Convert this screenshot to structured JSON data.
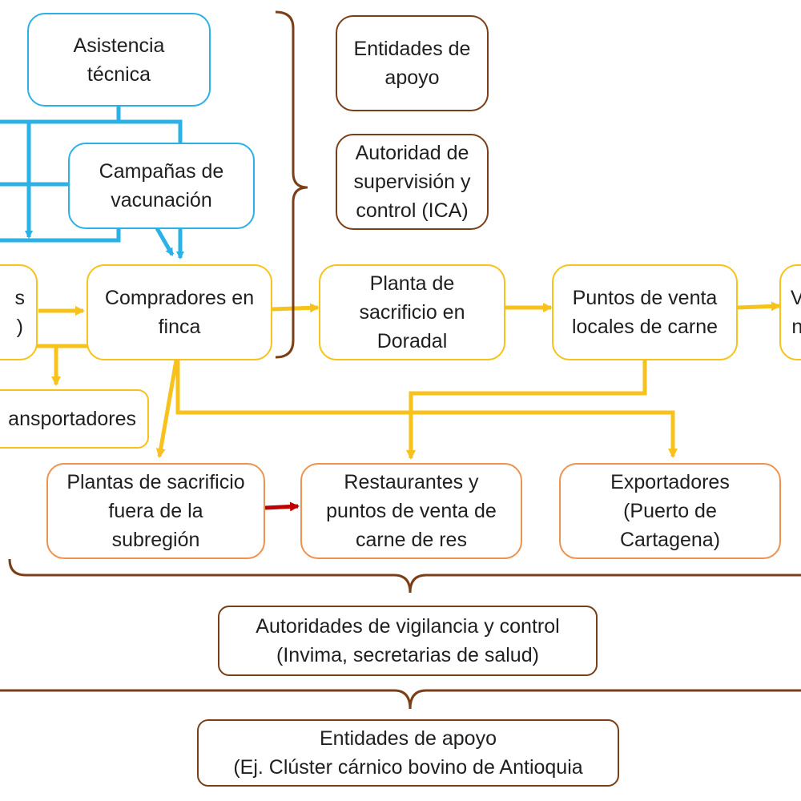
{
  "nodes": {
    "asistencia": "Asistencia\ntécnica",
    "campanas": "Campañas de\nvacunación",
    "entidades_apoyo_top": "Entidades de\napoyo",
    "autoridad_ica": "Autoridad de\nsupervisión y\ncontrol (ICA)",
    "productores_fragment": "s\n)",
    "compradores": "Compradores en\nfinca",
    "planta_doradal": "Planta de\nsacrificio en\nDoradal",
    "puntos_venta_locales": "Puntos de venta\nlocales de carne",
    "right_fragment": "V\nn",
    "transportadores_fragment": "ansportadores",
    "plantas_fuera": "Plantas de sacrificio\nfuera de la\nsubregión",
    "restaurantes": "Restaurantes y\npuntos de venta de\ncarne de res",
    "exportadores": "Exportadores\n(Puerto de\nCartagena)",
    "autoridades_vigilancia": "Autoridades de vigilancia y control\n(Invima, secretarias de salud)",
    "entidades_apoyo_bottom": "Entidades de apoyo\n(Ej. Clúster cárnico bovino de Antioquia"
  },
  "colors": {
    "blue": "#2bb1e6",
    "yellow": "#f7c21b",
    "orange": "#ee9250",
    "brown": "#7a3f18",
    "red": "#c00000"
  }
}
